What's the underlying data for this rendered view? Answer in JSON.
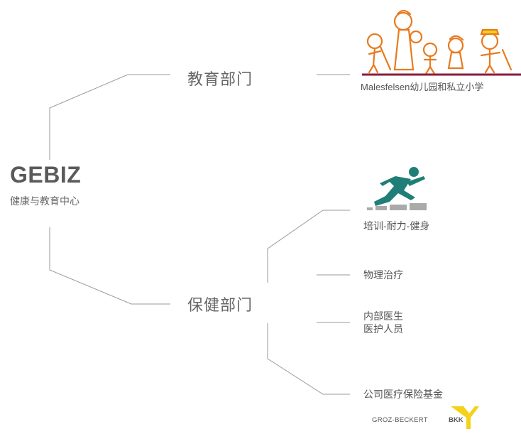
{
  "brand": {
    "title": "GEBIZ",
    "subtitle": "健康与教育中心"
  },
  "departments": [
    {
      "name": "教育部门"
    },
    {
      "name": "保健部门"
    }
  ],
  "education": {
    "caption": "Malesfelsen幼儿园和私立小学"
  },
  "health_items": [
    {
      "label": "培训-耐力-健身"
    },
    {
      "label": "物理治疗"
    },
    {
      "label": "内部医生"
    },
    {
      "label": "医护人员"
    },
    {
      "label": "公司医疗保险基金"
    }
  ],
  "logos": {
    "insurance_text": "GROZ-BECKERT",
    "insurance_badge": "BKK"
  },
  "colors": {
    "line": "#9a9a9a",
    "runner": "#1f7f78",
    "bkk_yellow": "#f3d21a",
    "kids_orange": "#e87a1e",
    "kids_ground": "#8a1c3c"
  },
  "icons": [
    "kids-illustration-icon",
    "runner-icon",
    "groz-beckert-bkk-logo-icon"
  ]
}
